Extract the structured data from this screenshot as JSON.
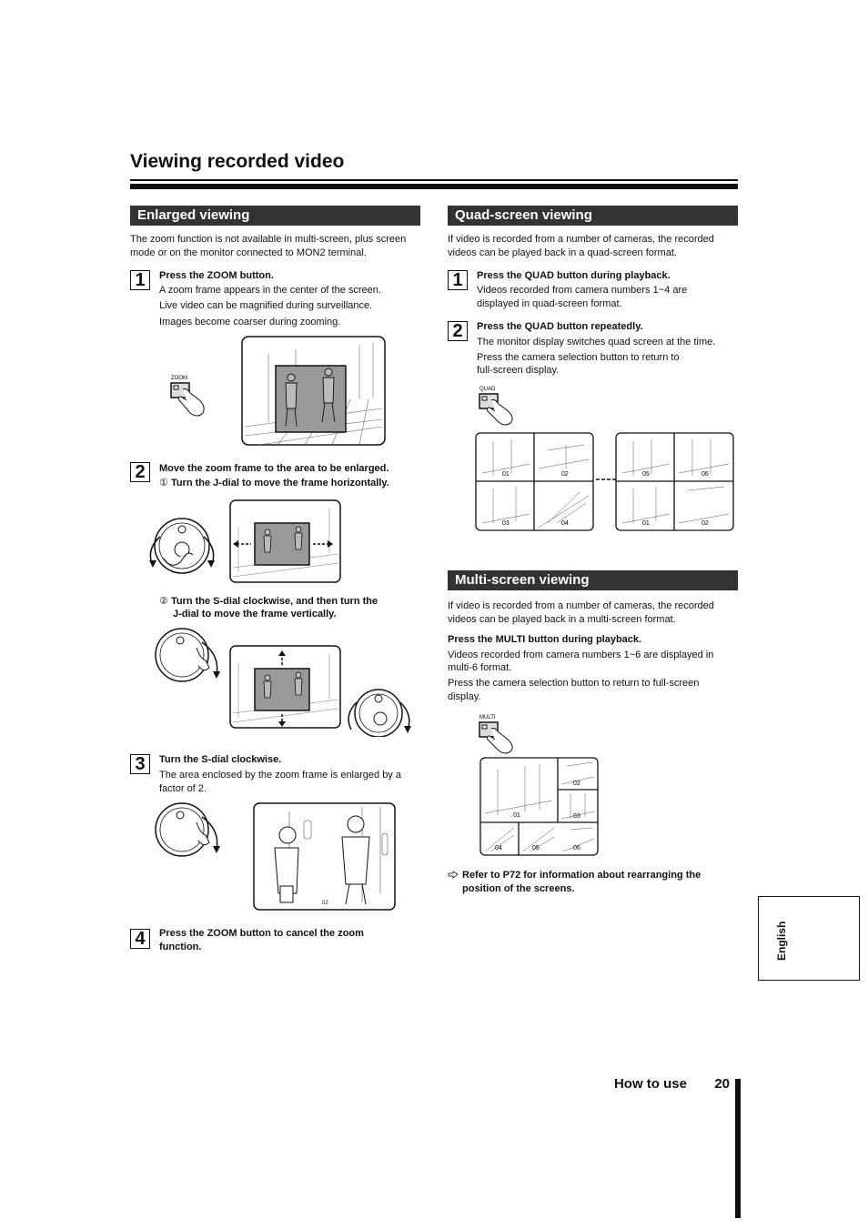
{
  "page": {
    "title": "Viewing recorded video",
    "footer_section": "How to use",
    "page_number": "20",
    "language_tab": "English"
  },
  "enlarged": {
    "heading": "Enlarged viewing",
    "intro": "The zoom function is not available in multi-screen, plus screen mode or on the monitor connected to MON2 terminal.",
    "step1": {
      "num": "1",
      "title": "Press the ZOOM button.",
      "lines": [
        "A zoom frame appears in the center of the screen.",
        "Live video can be magnified during surveillance.",
        "Images become coarser during zooming."
      ],
      "button_label": "ZOOM"
    },
    "step2": {
      "num": "2",
      "title": "Move the zoom frame to the area to be enlarged.",
      "sub1_mark": "①",
      "sub1": "Turn the J-dial to move the frame horizontally.",
      "sub2_mark": "②",
      "sub2a": "Turn the S-dial clockwise, and then turn the",
      "sub2b": "J-dial to move the frame vertically."
    },
    "step3": {
      "num": "3",
      "title": "Turn the S-dial clockwise.",
      "line1": "The area enclosed by the zoom frame is enlarged by a",
      "line2": "factor of 2.",
      "cam_label": "02"
    },
    "step4": {
      "num": "4",
      "title1": "Press the ZOOM button to cancel the zoom",
      "title2": "function."
    }
  },
  "quad": {
    "heading": "Quad-screen viewing",
    "intro1": "If video is recorded from a number of cameras, the recorded",
    "intro2": "videos can be played back in a quad-screen format.",
    "step1": {
      "num": "1",
      "title": "Press the QUAD button during playback.",
      "line1": "Videos recorded from camera numbers 1~4 are",
      "line2": "displayed in quad-screen format."
    },
    "step2": {
      "num": "2",
      "title": "Press the QUAD button repeatedly.",
      "line1": "The monitor display switches quad screen at the time.",
      "line2": "Press the camera selection button to return to",
      "line3": "full-screen display."
    },
    "button_label": "QUAD",
    "grid_a": [
      "01",
      "02",
      "03",
      "04"
    ],
    "grid_b": [
      "05",
      "06",
      "01",
      "02"
    ]
  },
  "multi": {
    "heading": "Multi-screen viewing",
    "intro1": "If video is recorded from a number of cameras, the recorded",
    "intro2": "videos can be played back in a multi-screen format.",
    "step_title": "Press the MULTI button during playback.",
    "line1": "Videos recorded from camera numbers 1~6 are displayed in",
    "line2": "multi-6 format.",
    "line3": "Press the camera selection button to return to full-screen",
    "line4": "display.",
    "button_label": "MULTI",
    "cams": [
      "01",
      "02",
      "03",
      "04",
      "05",
      "06"
    ],
    "note_icon": "pointing-hand-icon",
    "note1": "Refer to P72 for information about rearranging the",
    "note2": "position of the screens."
  }
}
